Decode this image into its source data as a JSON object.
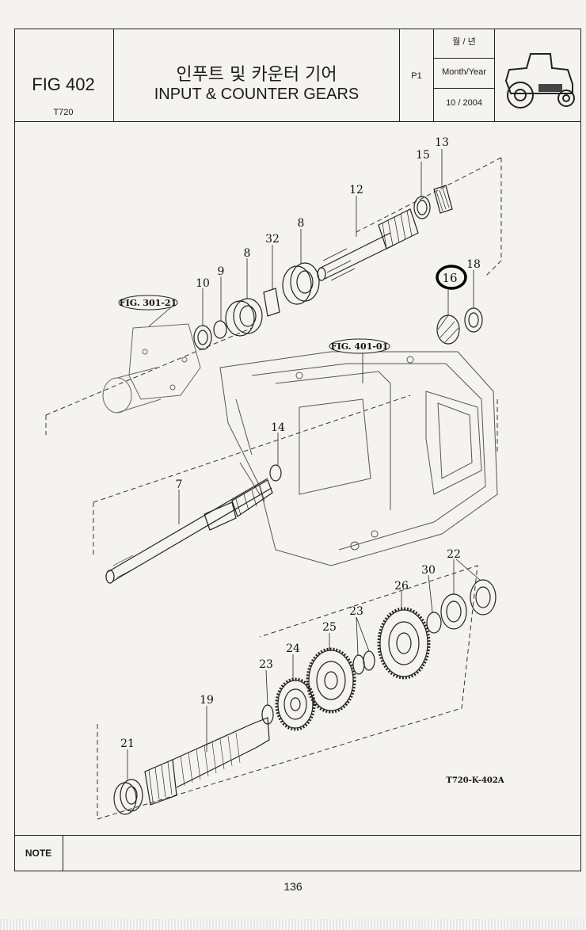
{
  "header": {
    "fig_number": "FIG 402",
    "model": "T720",
    "title_korean": "인푸트 및 카운터 기어",
    "title_english": "INPUT & COUNTER GEARS",
    "page_code": "P1",
    "date_label_korean": "월 / 년",
    "date_label_english": "Month/Year",
    "date_value": "10 / 2004"
  },
  "diagram": {
    "drawing_code": "T720-K-402A",
    "references": [
      "FIG. 301-21",
      "FIG. 401-01"
    ],
    "part_callouts": [
      "13",
      "15",
      "12",
      "8",
      "32",
      "8",
      "9",
      "10",
      "18",
      "16",
      "14",
      "7",
      "22",
      "30",
      "26",
      "23",
      "25",
      "24",
      "23",
      "19",
      "21"
    ],
    "highlighted_part": "16"
  },
  "note_label": "NOTE",
  "page_number": "136"
}
